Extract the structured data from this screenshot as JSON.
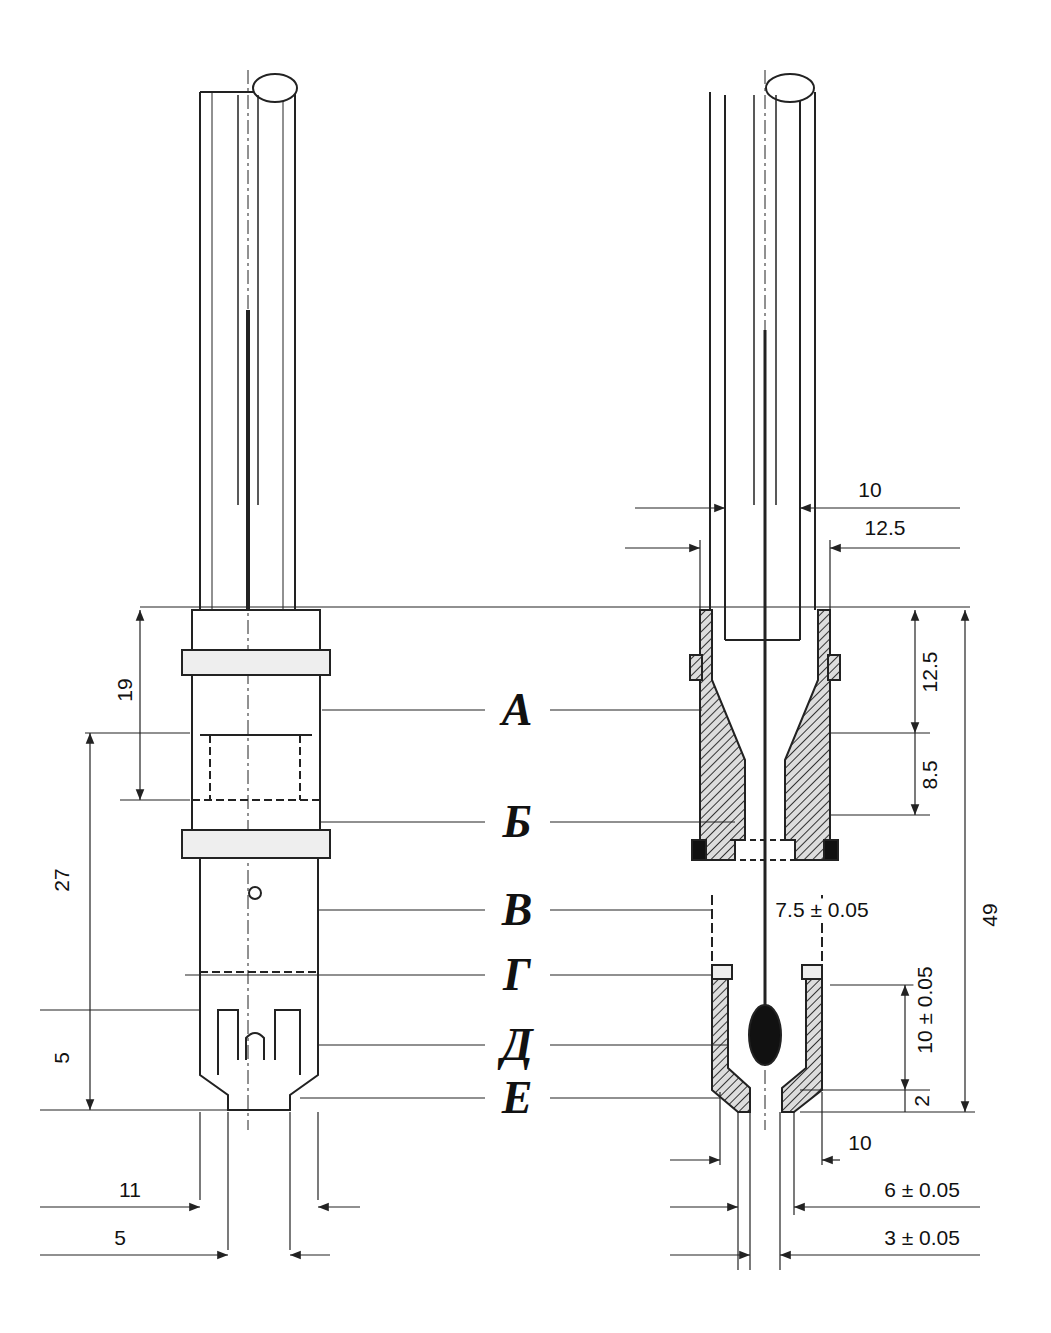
{
  "diagram": {
    "labels": [
      "10",
      "12.5",
      "19",
      "А",
      "12.5",
      "8.5",
      "Б",
      "27",
      "В",
      "7.5 ± 0.05",
      "49",
      "Г",
      "10 ± 0.05",
      "5",
      "Д",
      "Е",
      "2",
      "10",
      "11",
      "6 ± 0.05",
      "5",
      "3 ± 0.05"
    ]
  }
}
